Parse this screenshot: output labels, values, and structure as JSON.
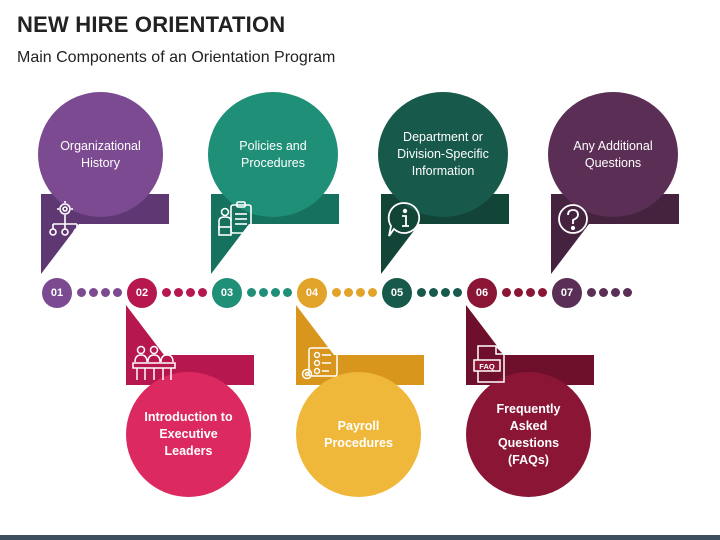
{
  "title": "NEW HIRE ORIENTATION",
  "subtitle": "Main Components of an Orientation Program",
  "colors": {
    "c1": "#7b4a91",
    "c2": "#b7174f",
    "c3": "#1f8f77",
    "c4": "#e2a32a",
    "c5": "#17594a",
    "c6": "#8a1535",
    "c7": "#5a2e55"
  },
  "steps": [
    {
      "num": "01",
      "label": "Organizational History",
      "position": "top",
      "icon": "org-chart-gear-icon"
    },
    {
      "num": "02",
      "label": "Introduction to Executive Leaders",
      "position": "bottom",
      "icon": "executive-panel-icon"
    },
    {
      "num": "03",
      "label": "Policies and Procedures",
      "position": "top",
      "icon": "policy-clipboard-icon"
    },
    {
      "num": "04",
      "label": "Payroll Procedures",
      "position": "bottom",
      "icon": "process-flow-icon"
    },
    {
      "num": "05",
      "label": "Department or Division-Specific Information",
      "position": "top",
      "icon": "info-speech-bubble-icon"
    },
    {
      "num": "06",
      "label": "Frequently Asked Questions (FAQs)",
      "position": "bottom",
      "icon": "faq-document-icon"
    },
    {
      "num": "07",
      "label": "Any Additional Questions",
      "position": "top",
      "icon": "question-circle-icon"
    }
  ],
  "faq_badge": "FAQ"
}
